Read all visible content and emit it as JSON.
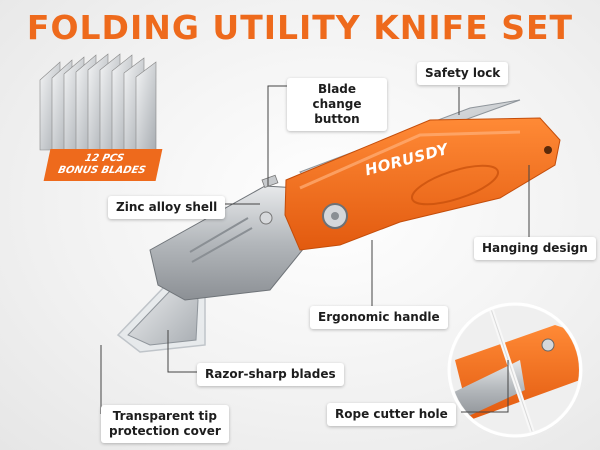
{
  "title": "FOLDING UTILITY KNIFE SET",
  "badge": {
    "line1": "12 PCS",
    "line2": "BONUS BLADES"
  },
  "brand": "HORUSDY",
  "labels": {
    "blade_change": "Blade change button",
    "safety_lock": "Safety lock",
    "zinc_shell": "Zinc alloy shell",
    "hanging": "Hanging design",
    "ergonomic": "Ergonomic handle",
    "razor": "Razor-sharp blades",
    "rope_cutter": "Rope cutter hole",
    "transparent_line1": "Transparent tip",
    "transparent_line2": "protection cover"
  },
  "colors": {
    "accent": "#ee6a1c",
    "steel": "#b9bcc0",
    "leader": "#444444"
  }
}
